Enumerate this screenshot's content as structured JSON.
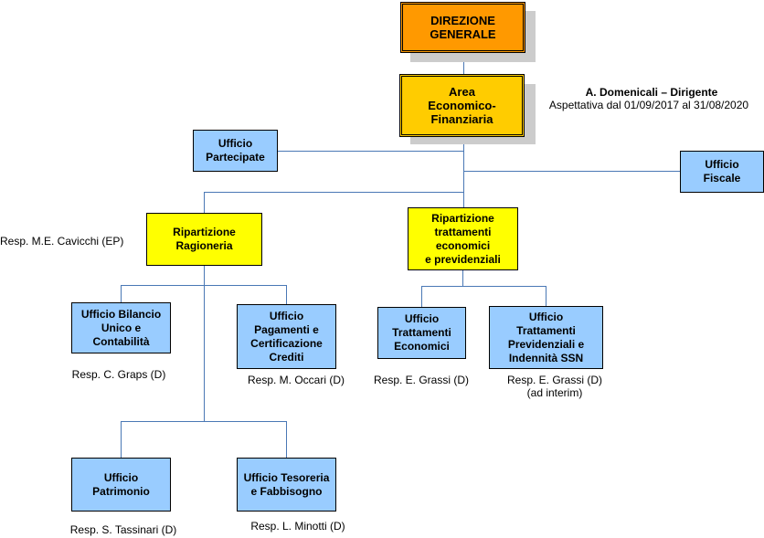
{
  "colors": {
    "connector": "#4a78b5",
    "top_level": "#ff9900",
    "area": "#ffcc00",
    "ripartizione": "#ffff00",
    "ufficio": "#99ccff",
    "shadow": "#cccccc"
  },
  "nodes": {
    "direzione": {
      "label": "DIREZIONE\nGENERALE"
    },
    "area": {
      "label": "Area\nEconomico-\nFinanziaria"
    },
    "partecipate": {
      "label": "Ufficio\nPartecipate"
    },
    "fiscale": {
      "label": "Ufficio\nFiscale"
    },
    "ragioneria": {
      "label": "Ripartizione\nRagioneria"
    },
    "trattamenti": {
      "label": "Ripartizione\ntrattamenti\neconomici\ne previdenziali"
    },
    "bilancio": {
      "label": "Ufficio Bilancio\nUnico e\nContabilità"
    },
    "pagamenti": {
      "label": "Ufficio\nPagamenti e\nCertificazione\nCrediti"
    },
    "economici": {
      "label": "Ufficio\nTrattamenti\nEconomici"
    },
    "previdenziali": {
      "label": "Ufficio\nTrattamenti\nPrevidenziali e\nIndennità SSN"
    },
    "patrimonio": {
      "label": "Ufficio\nPatrimonio"
    },
    "tesoreria": {
      "label": "Ufficio Tesoreria\ne Fabbisogno"
    }
  },
  "annotations": {
    "area_head": "A. Domenicali – Dirigente",
    "area_note": "Aspettativa dal 01/09/2017 al 31/08/2020",
    "ragioneria_resp": "Resp. M.E. Cavicchi (EP)",
    "bilancio_resp": "Resp. C. Graps (D)",
    "pagamenti_resp": "Resp. M. Occari (D)",
    "economici_resp": "Resp. E. Grassi (D)",
    "previdenziali_resp": "Resp. E. Grassi (D)\n(ad interim)",
    "patrimonio_resp": "Resp. S. Tassinari (D)",
    "tesoreria_resp": "Resp. L. Minotti (D)"
  }
}
